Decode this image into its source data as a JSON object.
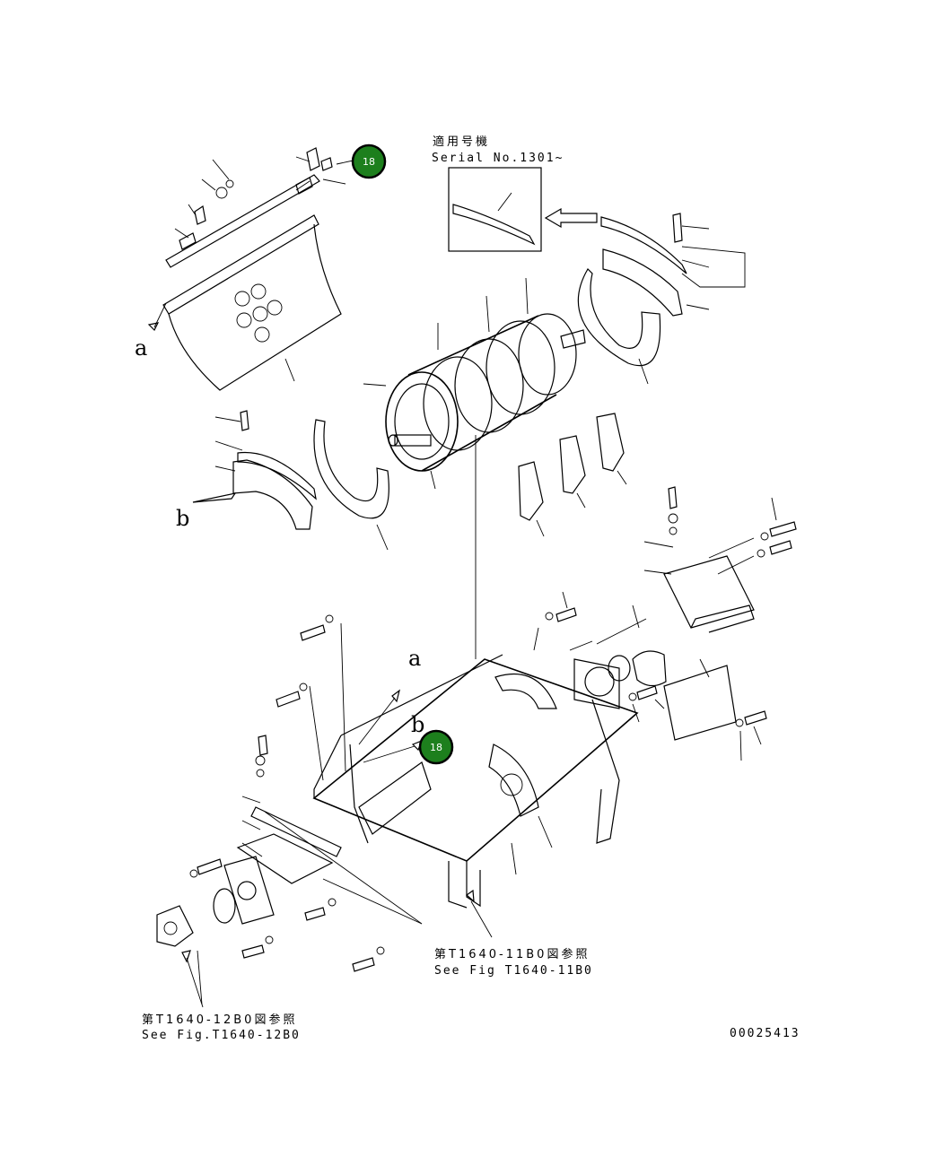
{
  "serial_note": {
    "line1": "適用号機",
    "line2": "Serial No.1301~"
  },
  "callouts": [
    {
      "label": "18"
    },
    {
      "label": "18"
    }
  ],
  "view_letters": {
    "a_top": "a",
    "b_left": "b",
    "a_frame": "a",
    "b_frame": "b"
  },
  "references": {
    "ref_11b0_jp": "第T1640-11B0図参照",
    "ref_11b0_en": "See Fig T1640-11B0",
    "ref_12b0_jp": "第T1640-12B0図参照",
    "ref_12b0_en": "See Fig.T1640-12B0"
  },
  "drawing_number": "00025413"
}
